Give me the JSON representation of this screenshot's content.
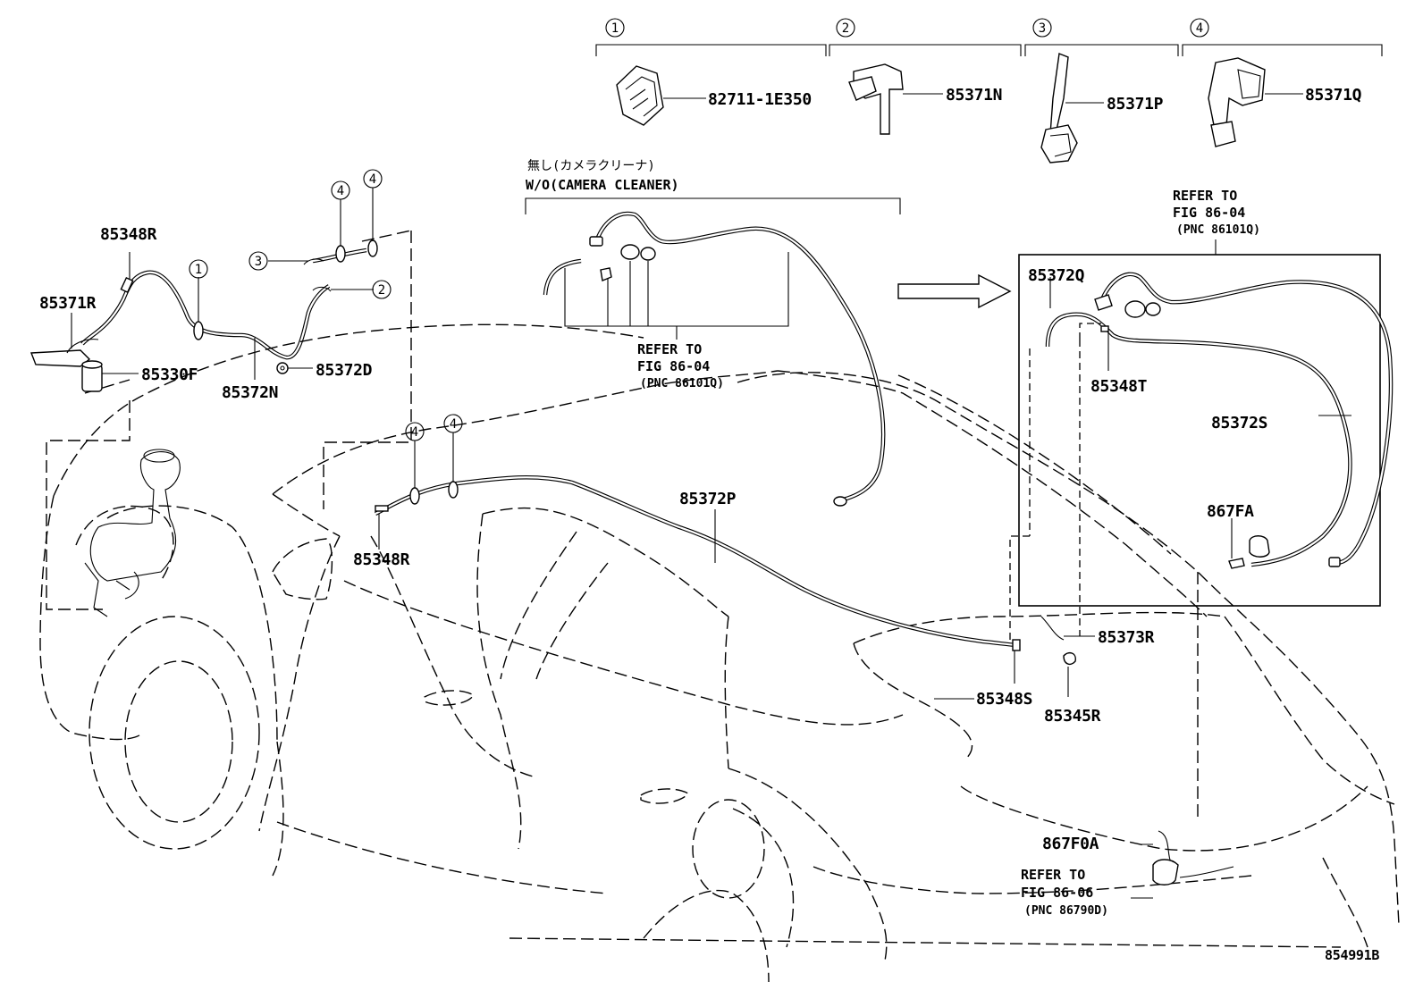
{
  "callouts": {
    "c1": "1",
    "c2": "2",
    "c3": "3",
    "c4": "4"
  },
  "header_parts": {
    "p1": "82711-1E350",
    "p2": "85371N",
    "p3": "85371P",
    "p4": "85371Q"
  },
  "wo_camera_cleaner": {
    "jp_label": "無し(カメラクリーナ)",
    "en_label": "W/O(CAMERA CLEANER)"
  },
  "refs": {
    "refer_to": "REFER TO",
    "fig_86_04": "FIG 86-04",
    "pnc_86101q": "(PNC 86101Q)",
    "fig_86_06": "FIG 86-06",
    "pnc_86790d": "(PNC 86790D)"
  },
  "parts": {
    "p85348R": "85348R",
    "p85371R": "85371R",
    "p85330F": "85330F",
    "p85372N": "85372N",
    "p85372D": "85372D",
    "p85372P": "85372P",
    "p85372Q": "85372Q",
    "p85348T": "85348T",
    "p85372S": "85372S",
    "p867FA": "867FA",
    "p85373R": "85373R",
    "p85348S": "85348S",
    "p85345R": "85345R",
    "p867F0A": "867F0A"
  },
  "diagram_id": "854991B"
}
